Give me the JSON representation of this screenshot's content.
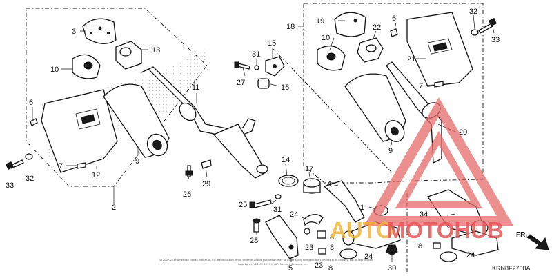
{
  "diagram": {
    "part_number_label": "KRN8F2700A",
    "front_label": "FR.",
    "copyright_line1": "(c) 2002-2019 American Honda Motor Co., Inc. Reproduction of the contents of this publication may be made solely to repeat the contents in its entirety, not be reproduced",
    "copyright_line2": "Page 8gn. (c) 2001 - 2019 (c) ARI Network Services, Inc."
  },
  "watermark": {
    "text_a": "AUTO",
    "text_b": "MOTOHUB",
    "color_a": "#f2b43a",
    "color_b": "#e05757"
  },
  "callouts": {
    "c1": "1",
    "c2": "2",
    "c3": "3",
    "c4": "4",
    "c5": "5",
    "c6a": "6",
    "c6b": "6",
    "c7a": "7",
    "c7b": "7",
    "c8a": "8",
    "c8b": "8",
    "c8c": "8",
    "c9a": "9",
    "c9b": "9",
    "c10a": "10",
    "c10b": "10",
    "c11": "11",
    "c12": "12",
    "c13": "13",
    "c14": "14",
    "c15": "15",
    "c16": "16",
    "c17": "17",
    "c18": "18",
    "c19": "19",
    "c20": "20",
    "c21": "21",
    "c22": "22",
    "c23a": "23",
    "c23b": "23",
    "c24a": "24",
    "c24b": "24",
    "c24c": "24",
    "c25": "25",
    "c26": "26",
    "c27": "27",
    "c28": "28",
    "c29": "29",
    "c30": "30",
    "c31a": "31",
    "c31b": "31",
    "c32a": "32",
    "c32b": "32",
    "c33a": "33",
    "c33b": "33",
    "c34": "34"
  }
}
